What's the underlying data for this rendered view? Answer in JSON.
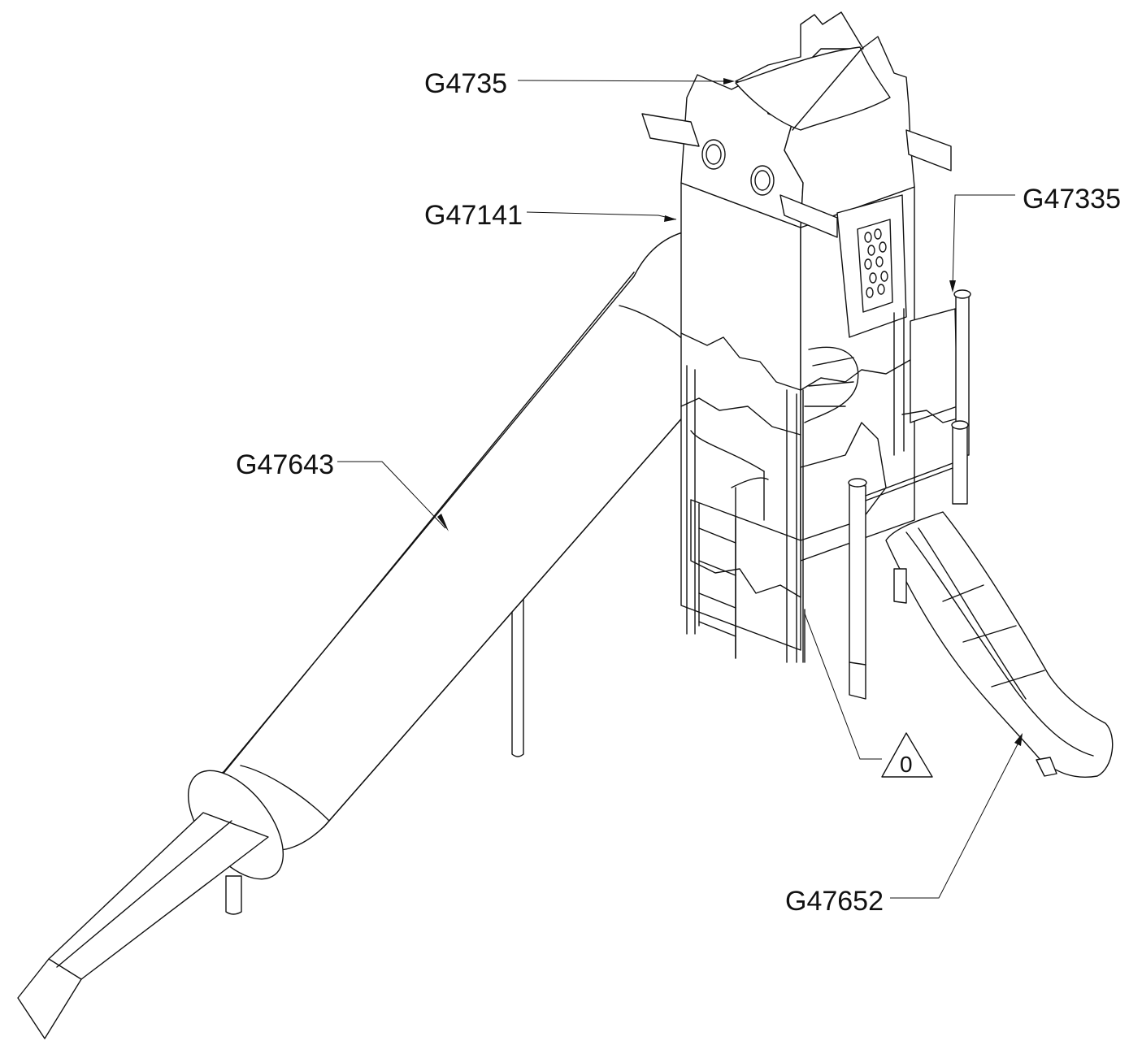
{
  "diagram": {
    "background": "#ffffff",
    "line_color": "#111111",
    "callouts": [
      {
        "id": "g4735",
        "label": "G4735"
      },
      {
        "id": "g47141",
        "label": "G47141"
      },
      {
        "id": "g47335",
        "label": "G47335"
      },
      {
        "id": "g47643",
        "label": "G47643"
      },
      {
        "id": "g47652",
        "label": "G47652"
      },
      {
        "id": "triangle-0",
        "label": "0"
      }
    ]
  }
}
